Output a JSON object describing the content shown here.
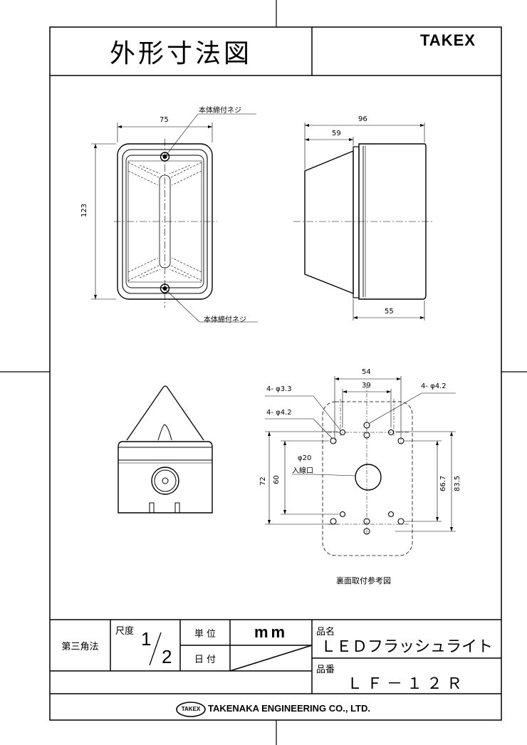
{
  "header": {
    "title": "外形寸法図",
    "brand": "TAKEX"
  },
  "front_view": {
    "dim_width": "75",
    "dim_height": "123",
    "screw_label_top": "本体締付ネジ",
    "screw_label_bottom": "本体締付ネジ"
  },
  "side_view": {
    "dim_total": "96",
    "dim_upper": "59",
    "dim_base": "55"
  },
  "rear_view": {
    "dim_54": "54",
    "dim_39": "39",
    "hole_33": "4- φ3.3",
    "hole_42_right": "4- φ4.2",
    "hole_42_left": "4- φ4.2",
    "inlet_dia": "φ20",
    "inlet_label": "入線口",
    "dim_72": "72",
    "dim_60": "60",
    "dim_667": "66.7",
    "dim_835": "83.5",
    "caption": "裏面取付参考図"
  },
  "title_block": {
    "angle_method": "第三角法",
    "scale_label": "尺度",
    "scale_num": "1",
    "scale_den": "2",
    "unit_label": "単 位",
    "unit_value": "mm",
    "date_label": "日 付",
    "product_name_label": "品名",
    "product_name": "ＬＥＤフラッシュライト",
    "product_no_label": "品番",
    "product_no": "ＬＦ－１２Ｒ",
    "logo_text": "TAKEX",
    "company": "TAKENAKA ENGINEERING CO., LTD."
  }
}
